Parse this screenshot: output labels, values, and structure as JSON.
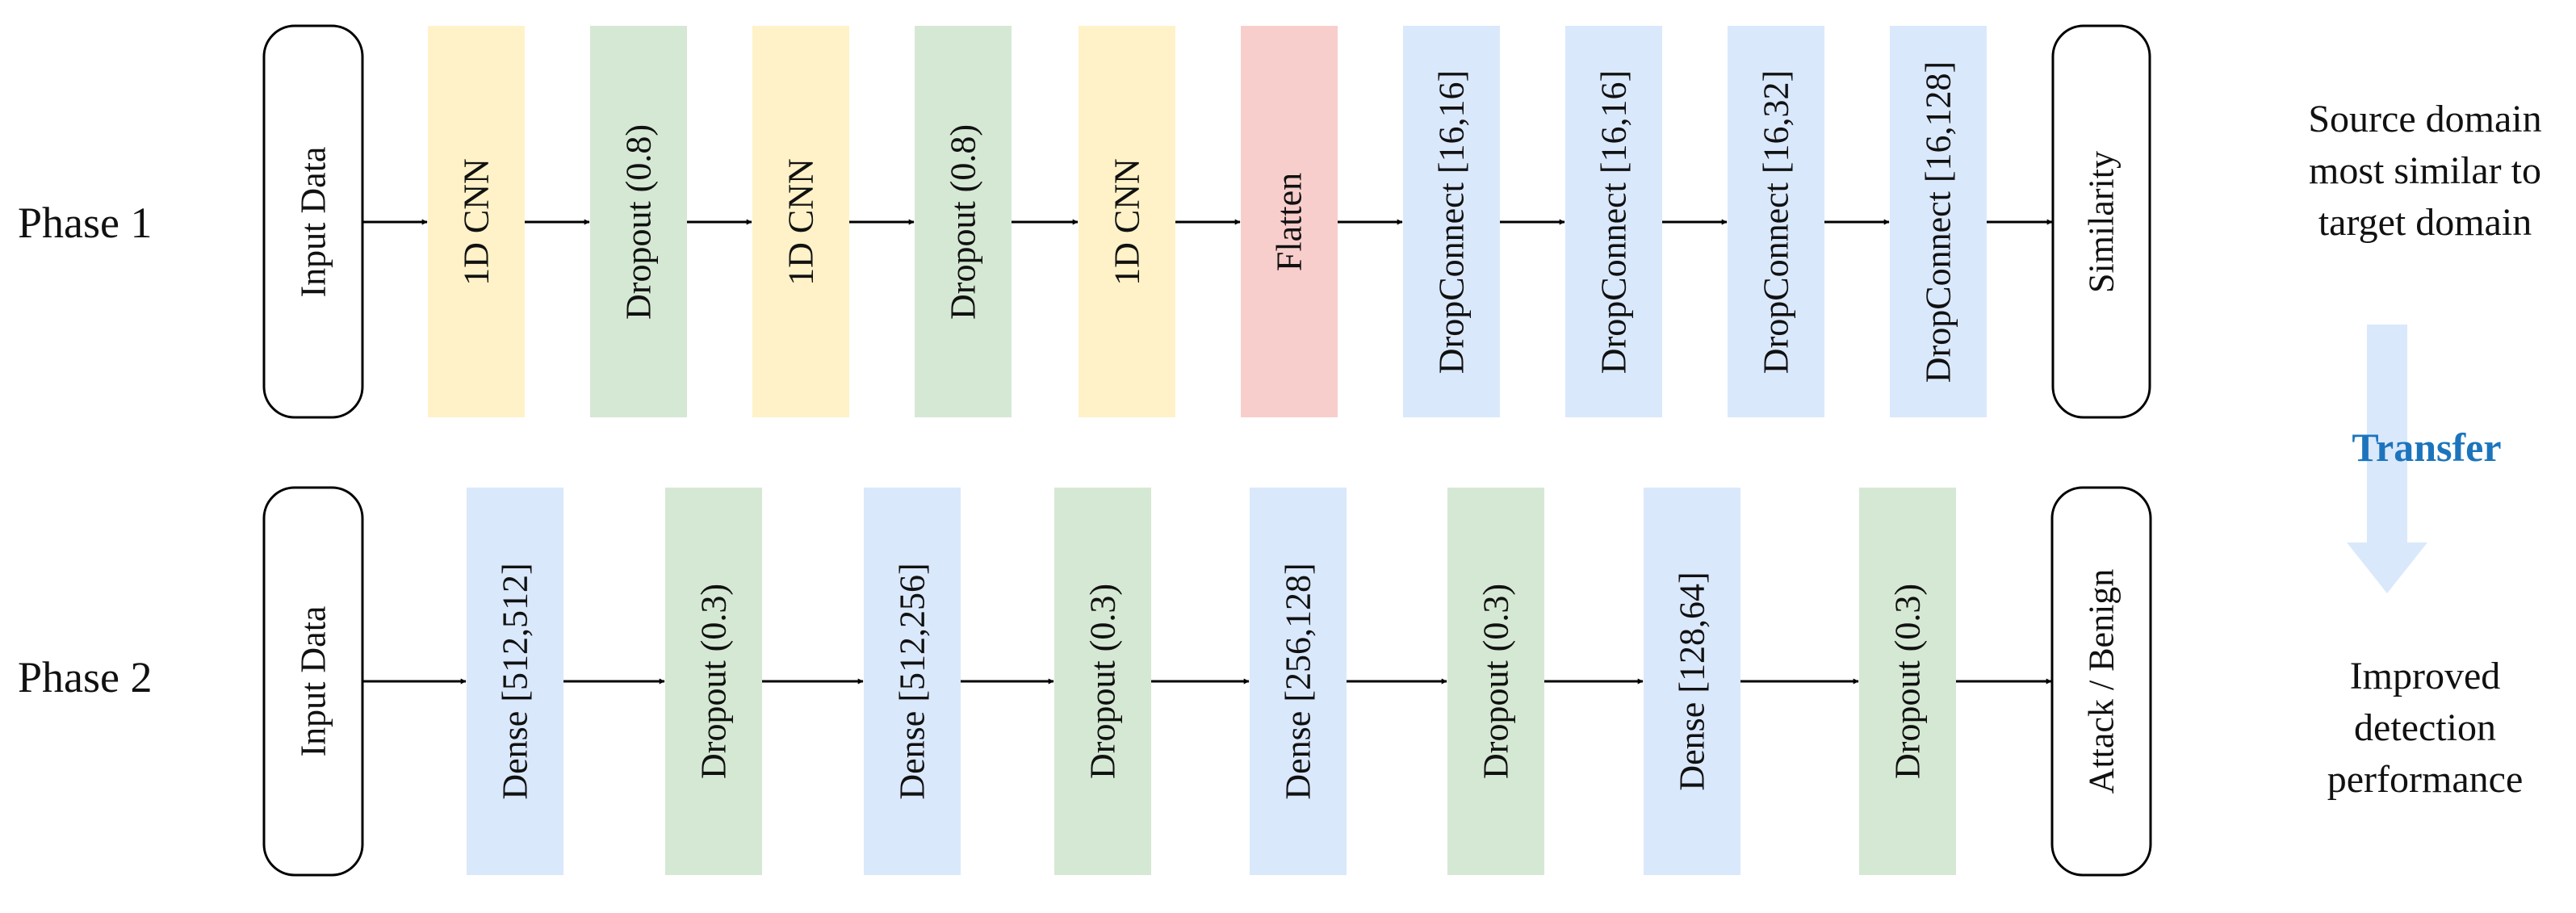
{
  "colors": {
    "cnn": "#FFF2C8",
    "dropout": "#D5E8D4",
    "flatten": "#F8CECC",
    "blue": "#DAE8FC",
    "terminal_fill": "#FFFFFF",
    "stroke": "#000000",
    "transfer_arrow": "#DAE8FC",
    "transfer_text": "#1C75BC"
  },
  "phase1": {
    "label": "Phase 1",
    "blocks": [
      {
        "text": "Input Data",
        "kind": "terminal"
      },
      {
        "text": "1D CNN",
        "kind": "cnn"
      },
      {
        "text": "Dropout (0.8)",
        "kind": "dropout"
      },
      {
        "text": "1D CNN",
        "kind": "cnn"
      },
      {
        "text": "Dropout (0.8)",
        "kind": "dropout"
      },
      {
        "text": "1D CNN",
        "kind": "cnn"
      },
      {
        "text": "Flatten",
        "kind": "flatten"
      },
      {
        "text": "DropConnect [16,16]",
        "kind": "blue"
      },
      {
        "text": "DropConnect [16,16]",
        "kind": "blue"
      },
      {
        "text": "DropConnect [16,32]",
        "kind": "blue"
      },
      {
        "text": "DropConnect [16,128]",
        "kind": "blue"
      },
      {
        "text": "Similarity",
        "kind": "terminal"
      }
    ],
    "side_text": [
      "Source domain",
      "most similar to",
      "target domain"
    ]
  },
  "phase2": {
    "label": "Phase 2",
    "blocks": [
      {
        "text": "Input Data",
        "kind": "terminal"
      },
      {
        "text": "Dense [512,512]",
        "kind": "blue"
      },
      {
        "text": "Dropout (0.3)",
        "kind": "dropout"
      },
      {
        "text": "Dense [512,256]",
        "kind": "blue"
      },
      {
        "text": "Dropout (0.3)",
        "kind": "dropout"
      },
      {
        "text": "Dense [256,128]",
        "kind": "blue"
      },
      {
        "text": "Dropout (0.3)",
        "kind": "dropout"
      },
      {
        "text": "Dense [128,64]",
        "kind": "blue"
      },
      {
        "text": "Dropout (0.3)",
        "kind": "dropout"
      },
      {
        "text": "Attack / Benign",
        "kind": "terminal"
      }
    ],
    "side_text": [
      "Improved",
      "detection",
      "performance"
    ]
  },
  "transfer": {
    "label": "Transfer"
  }
}
